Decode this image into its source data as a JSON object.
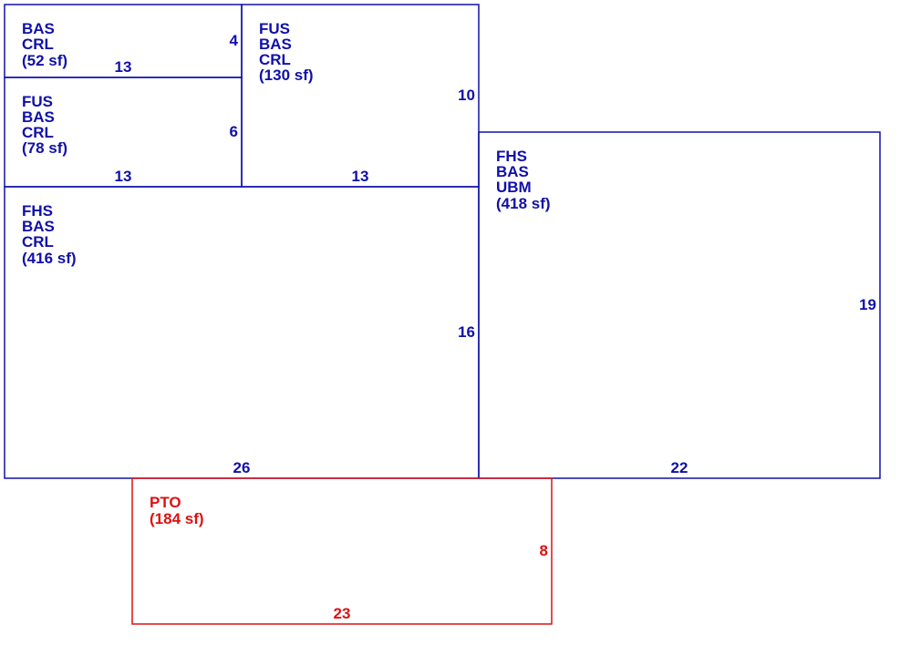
{
  "colors": {
    "living_area": "#1010aa",
    "non_living_area": "#dd1111",
    "background": "#ffffff"
  },
  "areas": [
    {
      "id": "bas-crl-52",
      "codes": [
        "BAS",
        "CRL"
      ],
      "area_label": "(52 sf)",
      "dimensions": {
        "width": "13",
        "height": "4"
      },
      "category": "living_area"
    },
    {
      "id": "fus-bas-crl-78",
      "codes": [
        "FUS",
        "BAS",
        "CRL"
      ],
      "area_label": "(78 sf)",
      "dimensions": {
        "width": "13",
        "height": "6"
      },
      "category": "living_area"
    },
    {
      "id": "fus-bas-crl-130",
      "codes": [
        "FUS",
        "BAS",
        "CRL"
      ],
      "area_label": "(130 sf)",
      "dimensions": {
        "width": "13",
        "height": "10"
      },
      "category": "living_area"
    },
    {
      "id": "fhs-bas-crl-416",
      "codes": [
        "FHS",
        "BAS",
        "CRL"
      ],
      "area_label": "(416 sf)",
      "dimensions": {
        "width": "26",
        "height": "16"
      },
      "category": "living_area"
    },
    {
      "id": "fhs-bas-ubm-418",
      "codes": [
        "FHS",
        "BAS",
        "UBM"
      ],
      "area_label": "(418 sf)",
      "dimensions": {
        "width": "22",
        "height": "19"
      },
      "category": "living_area"
    },
    {
      "id": "pto-184",
      "codes": [
        "PTO"
      ],
      "area_label": "(184 sf)",
      "dimensions": {
        "width": "23",
        "height": "8"
      },
      "category": "non_living_area"
    }
  ]
}
